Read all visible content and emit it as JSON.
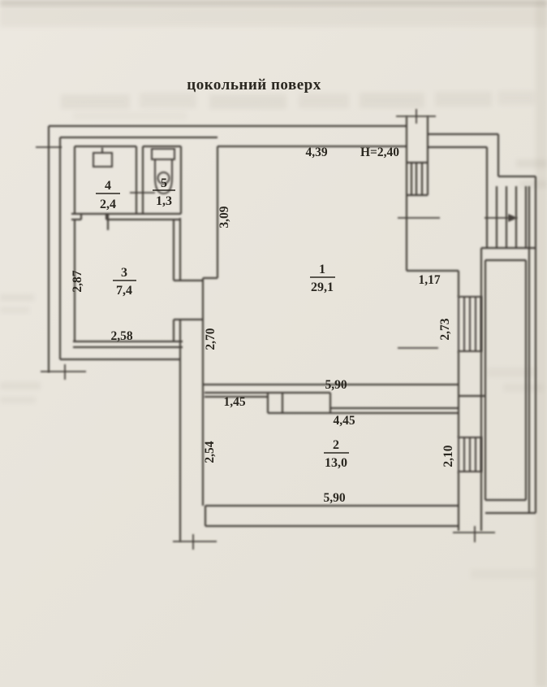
{
  "title": "цокольний поверх",
  "colors": {
    "paper": "#e8e4db",
    "ink": "#44403a",
    "text": "#2a2720"
  },
  "plan": {
    "rooms": [
      {
        "number": "1",
        "area": "29,1"
      },
      {
        "number": "2",
        "area": "13,0"
      },
      {
        "number": "3",
        "area": "7,4"
      },
      {
        "number": "4",
        "area": "2,4"
      },
      {
        "number": "5",
        "area": "1,3"
      }
    ],
    "dims": {
      "room1_top_width": "4,39",
      "ceiling_height": "H=2,40",
      "room1_left_height": "3,09",
      "room3_left_height": "2,87",
      "room3_bottom_width": "2,58",
      "niche_height": "2,70",
      "room1_bottom_width": "5,90",
      "room1_right_step": "1,17",
      "room1_right_height": "2,73",
      "partition_offset": "1,45",
      "room2_top_width": "4,45",
      "room2_left_height": "2,54",
      "room2_bottom_width": "5,90",
      "room2_right_height": "2,10"
    }
  }
}
